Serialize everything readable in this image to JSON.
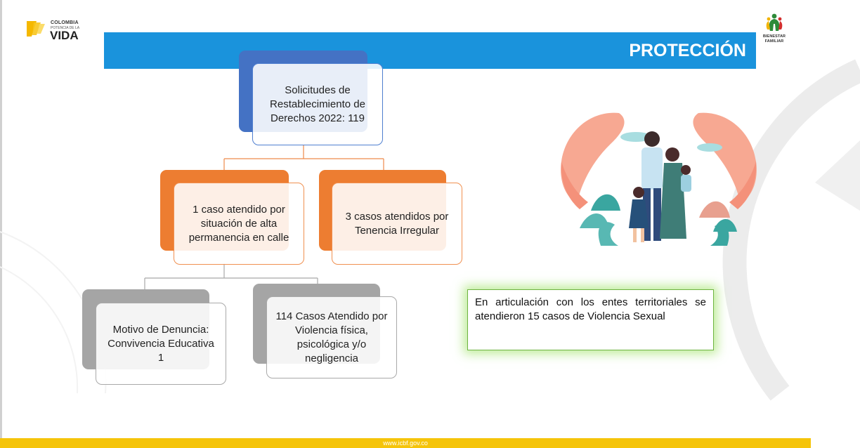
{
  "header": {
    "title": "PROTECCIÓN"
  },
  "logos": {
    "colombia": {
      "line1": "COLOMBIA",
      "line2": "POTENCIA DE LA",
      "line3": "VIDA"
    },
    "icbf": {
      "line1": "BIENESTAR",
      "line2": "FAMILIAR"
    }
  },
  "diagram": {
    "root": "Solicitudes de Restablecimiento de Derechos  2022: 119",
    "level1": [
      {
        "text": "1 caso atendido por situación de alta permanencia en calle"
      },
      {
        "text": "3 casos atendidos por Tenencia Irregular"
      }
    ],
    "level2": [
      {
        "text": "Motivo de Denuncia: Convivencia Educativa 1"
      },
      {
        "text": "114 Casos Atendido por Violencia física, psicológica y/o negligencia"
      }
    ]
  },
  "note": {
    "text": "En articulación con los entes territoriales se atendieron 15 casos de Violencia Sexual"
  },
  "footer": {
    "url": "www.icbf.gov.co"
  },
  "colors": {
    "header_blue": "#1a93dc",
    "root_blue": "#4472c4",
    "orange": "#ed7d31",
    "gray": "#a5a5a5",
    "note_green": "#6db33f",
    "footer_yellow": "#f5c40a"
  }
}
